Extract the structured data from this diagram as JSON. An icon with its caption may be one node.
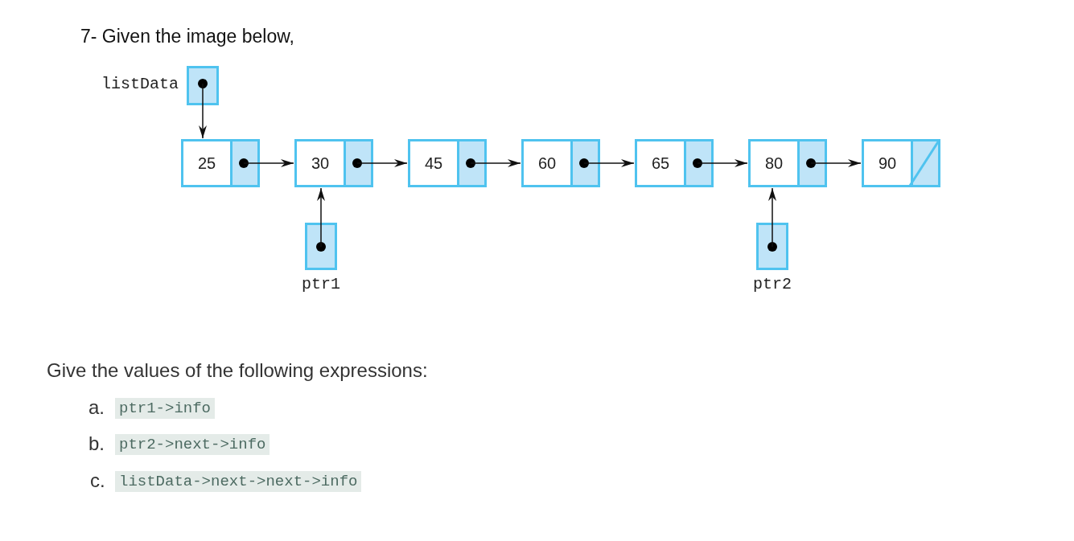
{
  "diagram": {
    "title": "7- Given the image below,",
    "nodes": [
      {
        "text": [],
        "shape": "box",
        "beside": [
          "listData"
        ]
      },
      {
        "text": [
          "25"
        ]
      },
      {
        "text": [
          "30"
        ]
      },
      {
        "text": [
          "45"
        ]
      },
      {
        "text": [
          "60"
        ]
      },
      {
        "text": [
          "65"
        ]
      },
      {
        "text": [
          "80"
        ]
      },
      {
        "text": [
          "90"
        ]
      },
      {
        "text": [],
        "shape": "box",
        "beside": [
          "ptr1"
        ]
      },
      {
        "text": [],
        "shape": "box",
        "beside": [
          "ptr2"
        ]
      }
    ],
    "edges": [
      {
        "from": 0,
        "to": 1,
        "arrow": "to"
      },
      {
        "from": 1,
        "to": 2,
        "arrow": "to"
      },
      {
        "from": 2,
        "to": 3,
        "arrow": "to"
      },
      {
        "from": 3,
        "to": 4,
        "arrow": "to"
      },
      {
        "from": 4,
        "to": 5,
        "arrow": "to"
      },
      {
        "from": 5,
        "to": 6,
        "arrow": "to"
      },
      {
        "from": 6,
        "to": 7,
        "arrow": "to"
      },
      {
        "from": 8,
        "to": 2,
        "arrow": "to"
      },
      {
        "from": 9,
        "to": 6,
        "arrow": "to"
      }
    ],
    "labels": [
      "Give the values of the following expressions:",
      "a.",
      "ptr1->info",
      "b.",
      "ptr2->next->info",
      "c.",
      "listData->next->next->info"
    ]
  }
}
